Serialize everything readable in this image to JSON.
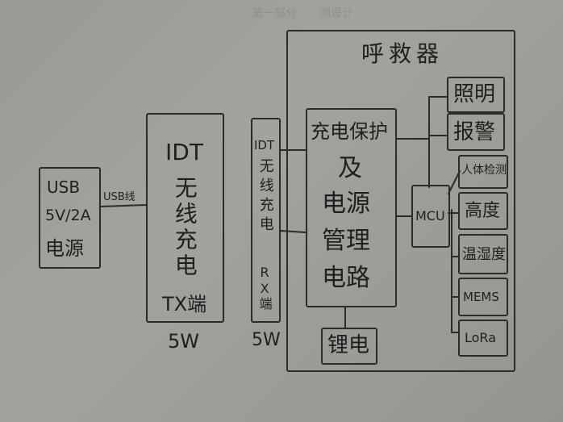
{
  "background_bleed": [
    "第一部分",
    "测设计"
  ],
  "title": "呼救器",
  "blocks": {
    "usb_source": {
      "line1": "USB",
      "line2": "5V/2A",
      "line3": "电源"
    },
    "usb_line_label": "USB线",
    "idt_tx": {
      "line1": "IDT",
      "line2": "无线充电",
      "line3": "TX端"
    },
    "idt_tx_power": "5W",
    "idt_rx": {
      "line1": "IDT",
      "line2": "无线充电",
      "line3": "RX端"
    },
    "idt_rx_power": "5W",
    "charge_mgmt": {
      "line1": "充电保护",
      "line2": "及",
      "line3": "电源",
      "line4": "管理",
      "line5": "电路"
    },
    "battery": "锂电",
    "mcu": "MCU",
    "peripherals": [
      "照明",
      "报警",
      "人体检测",
      "高度",
      "温湿度",
      "MEMS",
      "LoRa"
    ]
  },
  "colors": {
    "paper": "#9d9d98",
    "ink": "#2b2b2b"
  }
}
